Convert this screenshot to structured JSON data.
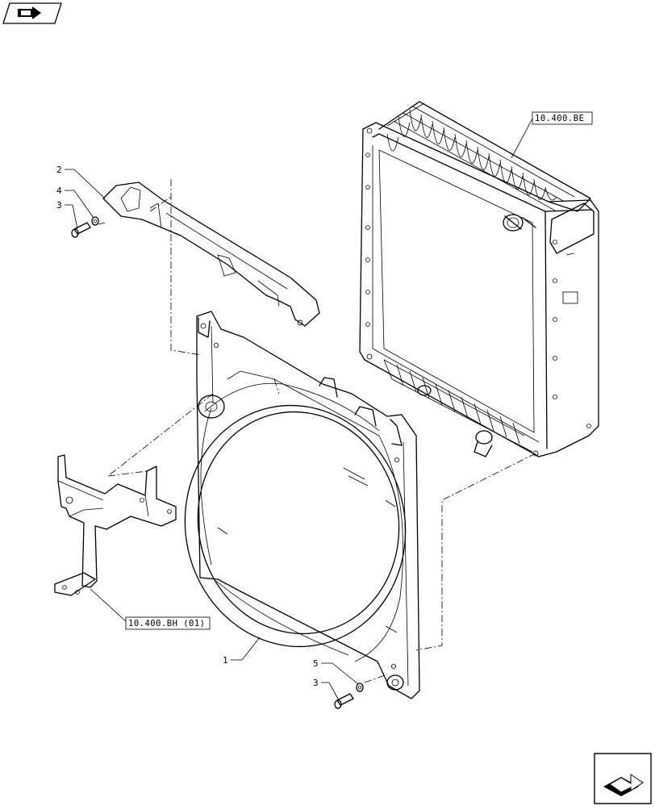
{
  "callouts": [
    {
      "id": "1",
      "label": "1"
    },
    {
      "id": "2",
      "label": "2"
    },
    {
      "id": "3a",
      "label": "3"
    },
    {
      "id": "4",
      "label": "4"
    },
    {
      "id": "5",
      "label": "5"
    },
    {
      "id": "3b",
      "label": "3"
    }
  ],
  "references": {
    "radiator": "10.400.BE",
    "bracket": "10.400.BH (01)"
  },
  "icons": {
    "top_left": "book-arrow-icon",
    "bottom_right": "next-page-arrow-icon"
  }
}
